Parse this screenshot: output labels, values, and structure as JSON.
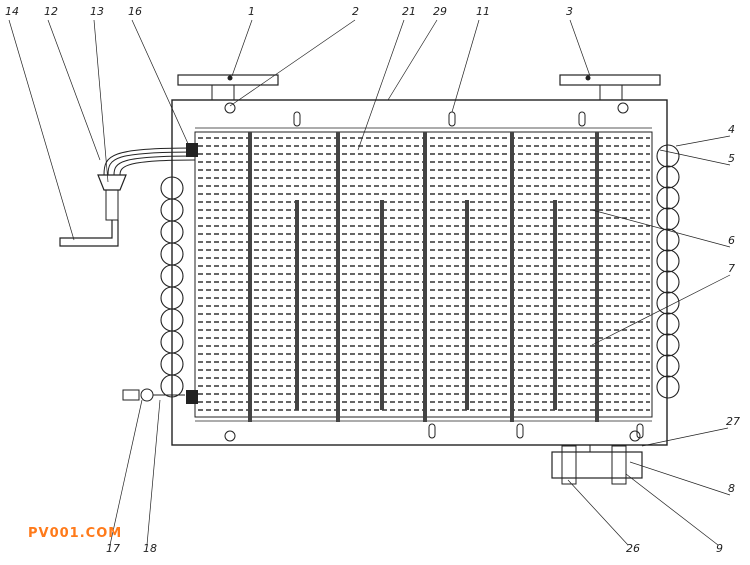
{
  "callouts": [
    {
      "id": "c1",
      "text": "1"
    },
    {
      "id": "c2",
      "text": "2"
    },
    {
      "id": "c21",
      "text": "21"
    },
    {
      "id": "c29",
      "text": "29"
    },
    {
      "id": "c11",
      "text": "11"
    },
    {
      "id": "c3",
      "text": "3"
    },
    {
      "id": "c16",
      "text": "16"
    },
    {
      "id": "c13",
      "text": "13"
    },
    {
      "id": "c12",
      "text": "12"
    },
    {
      "id": "c14",
      "text": "14"
    },
    {
      "id": "c4",
      "text": "4"
    },
    {
      "id": "c5",
      "text": "5"
    },
    {
      "id": "c6",
      "text": "6"
    },
    {
      "id": "c7",
      "text": "7"
    },
    {
      "id": "c27",
      "text": "27"
    },
    {
      "id": "c8",
      "text": "8"
    },
    {
      "id": "c9",
      "text": "9"
    },
    {
      "id": "c26",
      "text": "26"
    },
    {
      "id": "c17",
      "text": "17"
    },
    {
      "id": "c18",
      "text": "18"
    }
  ],
  "watermark": "PV001.COM"
}
